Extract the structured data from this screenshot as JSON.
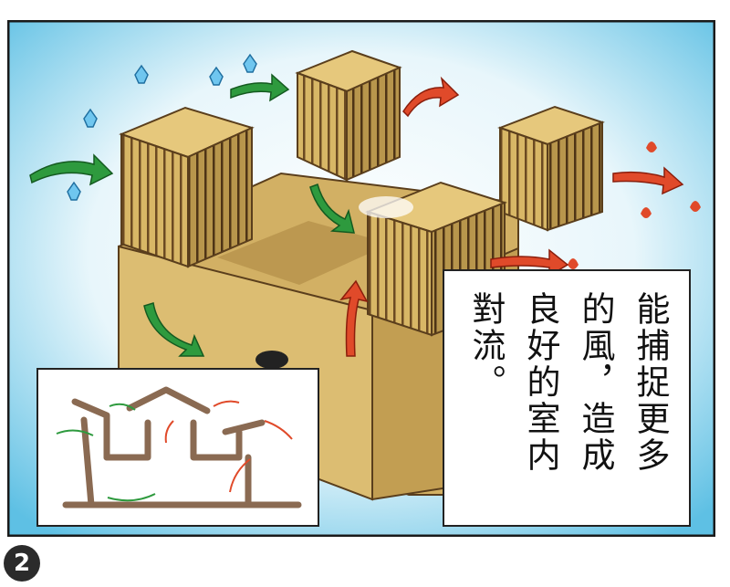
{
  "caption": {
    "col1": "能捕捉更多",
    "col2": "的風，造成",
    "col3": "良好的室内",
    "col4": "對流。"
  },
  "panel_number": "2",
  "colors": {
    "sky": "#7fcdea",
    "building": "#d9b86a",
    "fresh_air_arrow": "#2e9a3e",
    "hot_air_arrow": "#e04a2a",
    "wall_diagram": "#8a6a52"
  },
  "icons": [
    "water-drop-icon",
    "flame-icon",
    "green-arrow-icon",
    "red-arrow-icon"
  ]
}
